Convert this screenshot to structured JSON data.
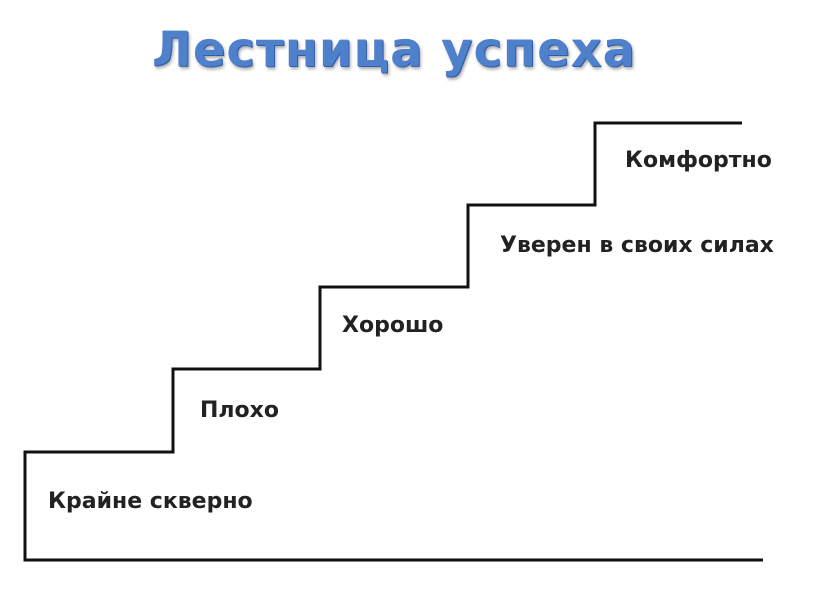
{
  "title": "Лестница успеха",
  "colors": {
    "title": "#4f80cc",
    "line": "#111111",
    "label": "#222222"
  },
  "steps": [
    {
      "label": "Крайне скверно"
    },
    {
      "label": "Плохо"
    },
    {
      "label": "Хорошо"
    },
    {
      "label": "Уверен в своих силах"
    },
    {
      "label": "Комфортно"
    }
  ]
}
